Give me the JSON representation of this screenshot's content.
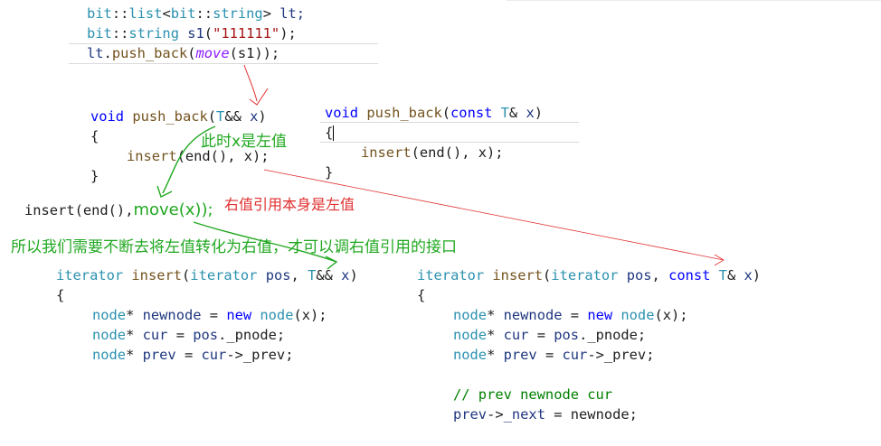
{
  "top_block": {
    "line1": {
      "ns1": "bit",
      "sep1": "::",
      "type": "list",
      "lt": "<",
      "ns2": "bit",
      "sep2": "::",
      "arg": "string",
      "gt": ">",
      "var": " lt;"
    },
    "line2": {
      "ns": "bit",
      "sep": "::",
      "type": "string",
      "var": " s1",
      "open": "(",
      "str": "\"111111\"",
      "close": ");"
    },
    "line3": {
      "obj": "lt",
      "dot": ".",
      "fn": "push_back",
      "open": "(",
      "move": "move",
      "arg": "(s1));"
    }
  },
  "push_back_rvalue": {
    "l1": {
      "kw": "void",
      "fn": " push_back",
      "open": "(",
      "T": "T",
      "ref": "&& ",
      "x": "x",
      "close": ")"
    },
    "l2": "{",
    "l3": {
      "fn": "insert",
      "rest": "(end(), x);"
    },
    "l4": "}"
  },
  "push_back_const": {
    "l1": {
      "kw": "void",
      "fn": " push_back",
      "open": "(",
      "kw2": "const",
      "T": " T",
      "ref": "& ",
      "x": "x",
      "close": ")"
    },
    "l2": "{",
    "l3": {
      "fn": "insert",
      "rest": "(end(), x);"
    },
    "l4": "}"
  },
  "annotations": {
    "x_is_lvalue": "此时x是左值",
    "insert_move_prefix": "insert(end(),",
    "insert_move_suffix": "move(x));",
    "rvalue_ref_is_lvalue": "右值引用本身是左值",
    "explanation": "所以我们需要不断去将左值转化为右值，才可以调右值引用的接口"
  },
  "insert_rvalue": {
    "l1": {
      "ty": "iterator",
      "fn": " insert",
      "open": "(",
      "ty2": "iterator",
      "pos": " pos",
      "comma": ", ",
      "T": "T",
      "ref": "&& ",
      "x": "x",
      "close": ")"
    },
    "l2": "{",
    "l3": {
      "ty": "node",
      "star": "* ",
      "v": "newnode",
      "eq": " = ",
      "kw": "new",
      "ty2": " node",
      "rest": "(x);"
    },
    "l4": {
      "ty": "node",
      "star": "* ",
      "v": "cur",
      "eq": " = ",
      "p": "pos",
      "rest": "._pnode;"
    },
    "l5": {
      "ty": "node",
      "star": "* ",
      "v": "prev",
      "eq": " = ",
      "p": "cur",
      "rest": "->_prev;"
    }
  },
  "insert_const": {
    "l1": {
      "ty": "iterator",
      "fn": " insert",
      "open": "(",
      "ty2": "iterator",
      "pos": " pos",
      "comma": ", ",
      "kw": "const",
      "T": " T",
      "ref": "& ",
      "x": "x",
      "close": ")"
    },
    "l2": "{",
    "l3": {
      "ty": "node",
      "star": "* ",
      "v": "newnode",
      "eq": " = ",
      "kw": "new",
      "ty2": " node",
      "rest": "(x);"
    },
    "l4": {
      "ty": "node",
      "star": "* ",
      "v": "cur",
      "eq": " = ",
      "p": "pos",
      "rest": "._pnode;"
    },
    "l5": {
      "ty": "node",
      "star": "* ",
      "v": "prev",
      "eq": " = ",
      "p": "cur",
      "rest": "->_prev;"
    },
    "l6": "// prev newnode cur",
    "l7": {
      "p": "prev",
      "arrow": "->",
      "m": "_next",
      "rest": " = newnode;"
    }
  },
  "colors": {
    "keyword": "#0000ff",
    "type": "#2b91af",
    "green_annotation": "#21a821",
    "red_annotation": "#e03030",
    "comment": "#008000"
  }
}
